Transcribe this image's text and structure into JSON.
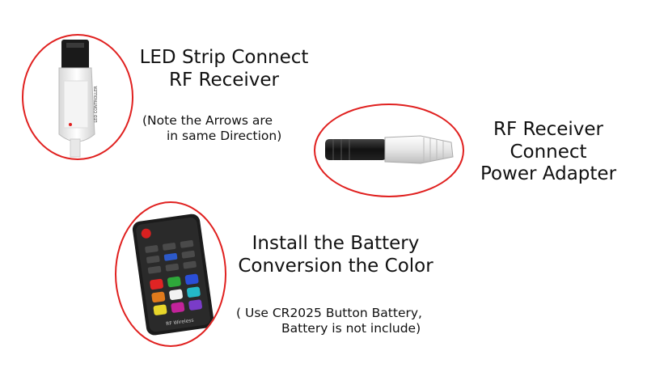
{
  "sections": {
    "receiver": {
      "title_lines": [
        "LED Strip Connect",
        "RF Receiver"
      ],
      "note_lines": [
        "(Note the Arrows are",
        "in same Direction)"
      ],
      "device_label": "LED CONTROLLER"
    },
    "power": {
      "title_lines": [
        "RF Receiver",
        "Connect",
        "Power Adapter"
      ]
    },
    "battery": {
      "title_lines": [
        "Install the Battery",
        "Conversion the Color"
      ],
      "note_lines": [
        "( Use CR2025 Button Battery,",
        "Battery is not include)"
      ],
      "remote_brand": "RF Wireless"
    }
  },
  "colors": {
    "accent": "#e0201f",
    "text": "#111111"
  }
}
